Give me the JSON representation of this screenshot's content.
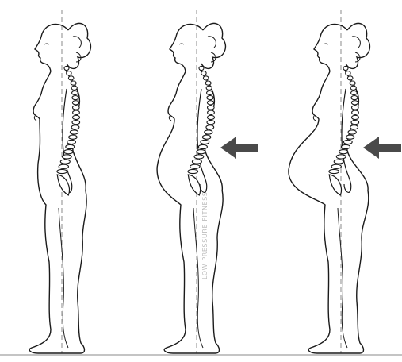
{
  "illustration": {
    "watermark_text": "LOW PRESSURE FITNESS",
    "figures": [
      {
        "name": "figure-non-pregnant",
        "belly": 0.0,
        "arrow": false
      },
      {
        "name": "figure-mid-pregnancy",
        "belly": 0.55,
        "arrow": true
      },
      {
        "name": "figure-late-pregnancy",
        "belly": 1.0,
        "arrow": true
      }
    ],
    "colors": {
      "outline": "#1a1a1a",
      "spine": "#1a1a1a",
      "plumb_line": "#9e9e9e",
      "arrow": "#4a4a4a",
      "floor": "#b0b0b0",
      "watermark": "#bdbdbd"
    },
    "icons": {
      "arrow": "arrow-left-icon"
    }
  }
}
